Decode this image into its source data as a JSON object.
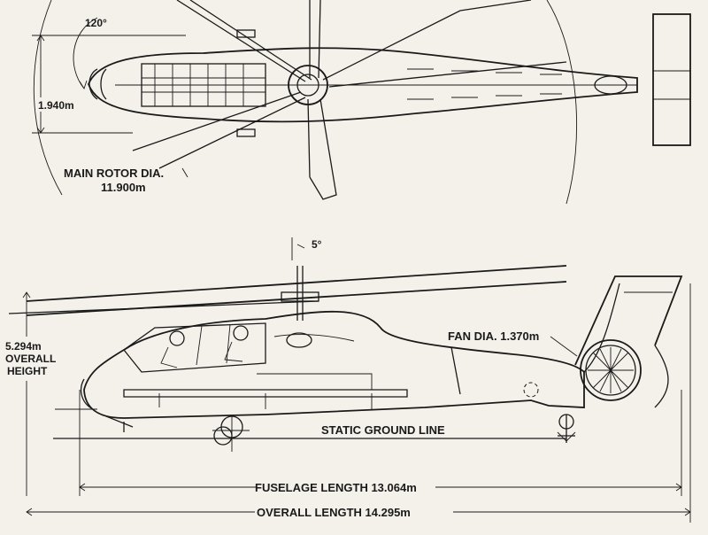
{
  "top_view": {
    "rotor_angle": "120°",
    "fuselage_width": "1.940m",
    "main_rotor_label": "MAIN ROTOR DIA.",
    "main_rotor_value": "11.900m"
  },
  "side_view": {
    "tilt_angle": "5°",
    "height_value": "5.294m",
    "height_label_1": "OVERALL",
    "height_label_2": "HEIGHT",
    "fan_label": "FAN DIA. 1.370m",
    "ground_line_label": "STATIC GROUND LINE",
    "fuselage_length": "FUSELAGE LENGTH 13.064m",
    "overall_length": "OVERALL LENGTH 14.295m"
  }
}
